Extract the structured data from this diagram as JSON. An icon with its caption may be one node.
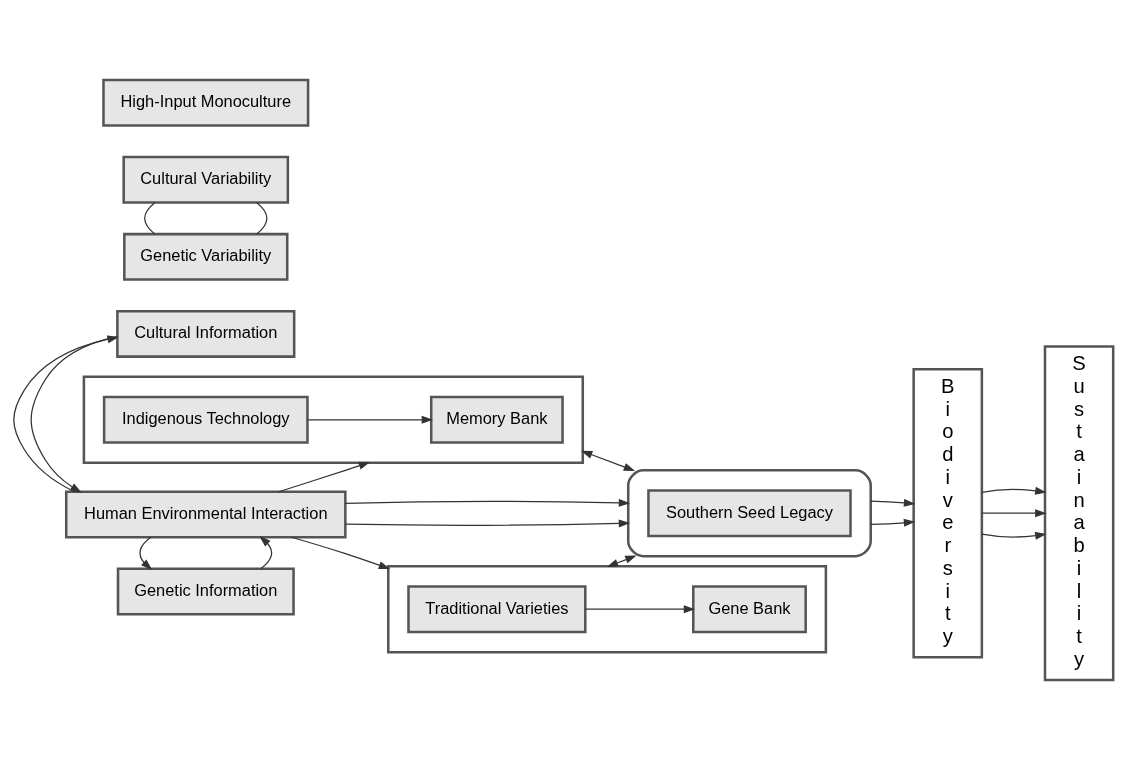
{
  "diagram": {
    "nodes": [
      {
        "text": [
          "Cultural Information"
        ]
      },
      {
        "text": [
          "Cultural Variability"
        ]
      },
      {
        "text": [
          "Human Environmental Interaction"
        ]
      },
      {
        "text": [
          "Genetic Variability"
        ]
      },
      {
        "text": [
          "Genetic Information"
        ]
      },
      {
        "text": [],
        "shape": "box"
      },
      {
        "text": [
          "Memory Bank"
        ],
        "in": 5
      },
      {
        "text": [
          "Indigenous Technology"
        ],
        "in": 5
      },
      {
        "text": [
          "High-Input Monoculture"
        ]
      },
      {
        "text": [],
        "shape": "box"
      },
      {
        "text": [
          "Traditional Varieties"
        ],
        "in": 9
      },
      {
        "text": [
          "Gene Bank"
        ],
        "in": 9
      },
      {
        "text": [],
        "shape": "ellipse"
      },
      {
        "text": [
          "Southern Seed Legacy"
        ],
        "in": 12
      },
      {
        "text": [
          "Biodiversity"
        ]
      },
      {
        "text": [
          "Sustainability"
        ]
      }
    ],
    "edges": [
      {
        "from": 0,
        "to": 2,
        "arrow": "to"
      },
      {
        "from": 4,
        "to": 2,
        "arrow": "to"
      },
      {
        "from": 1,
        "to": 3,
        "arrow": "none"
      },
      {
        "from": 1,
        "to": 3,
        "arrow": "none"
      },
      {
        "from": 2,
        "to": 0,
        "arrow": "to"
      },
      {
        "from": 2,
        "to": 5,
        "arrow": "to"
      },
      {
        "from": 2,
        "to": 12,
        "arrow": "to"
      },
      {
        "from": 2,
        "to": 4,
        "arrow": "to"
      },
      {
        "from": 2,
        "to": 9,
        "arrow": "to"
      },
      {
        "from": 2,
        "to": 12,
        "arrow": "to"
      },
      {
        "from": 7,
        "to": 6,
        "arrow": "to"
      },
      {
        "from": 10,
        "to": 11,
        "arrow": "to"
      },
      {
        "from": 5,
        "to": 12,
        "arrow": "both"
      },
      {
        "from": 9,
        "to": 12,
        "arrow": "both"
      },
      {
        "from": 12,
        "to": 14,
        "arrow": "to"
      },
      {
        "from": 12,
        "to": 14,
        "arrow": "to"
      },
      {
        "from": 14,
        "to": 15,
        "arrow": "to"
      },
      {
        "from": 14,
        "to": 15,
        "arrow": "to"
      },
      {
        "from": 14,
        "to": 15,
        "arrow": "to"
      }
    ]
  }
}
